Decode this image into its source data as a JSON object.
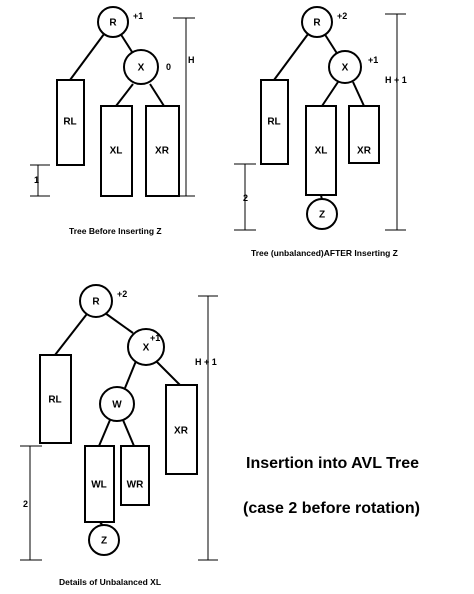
{
  "diagram1": {
    "nodes": {
      "r": "R",
      "x": "X"
    },
    "boxes": {
      "rl": "RL",
      "xl": "XL",
      "xr": "XR"
    },
    "balance": {
      "r": "+1",
      "x": "0"
    },
    "height_labels": {
      "h": "H",
      "one": "1"
    },
    "caption": "Tree Before Inserting Z"
  },
  "diagram2": {
    "nodes": {
      "r": "R",
      "x": "X",
      "z": "Z"
    },
    "boxes": {
      "rl": "RL",
      "xl": "XL",
      "xr": "XR"
    },
    "balance": {
      "r": "+2",
      "x": "+1"
    },
    "height_labels": {
      "h": "H + 1",
      "two": "2"
    },
    "caption": "Tree (unbalanced)AFTER Inserting Z"
  },
  "diagram3": {
    "nodes": {
      "r": "R",
      "x": "X",
      "w": "W",
      "z": "Z"
    },
    "boxes": {
      "rl": "RL",
      "wl": "WL",
      "wr": "WR",
      "xr": "XR"
    },
    "balance": {
      "r": "+2",
      "x": "+1"
    },
    "height_labels": {
      "h": "H + 1",
      "two": "2"
    },
    "caption": "Details of Unbalanced XL"
  },
  "title": {
    "line1": "Insertion into AVL Tree",
    "line2": "(case 2 before rotation)"
  }
}
